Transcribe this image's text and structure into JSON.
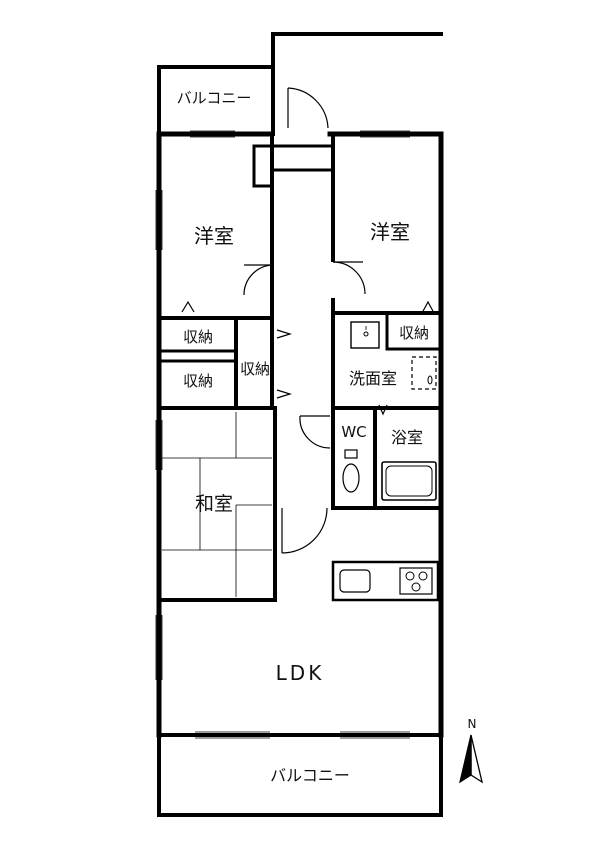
{
  "rooms": {
    "balcony_top": "バルコニー",
    "western_room_left": "洋室",
    "western_room_right": "洋室",
    "storage_1": "収納",
    "storage_2": "収納",
    "storage_3": "収納",
    "storage_4": "収納",
    "washroom": "洗面室",
    "wc": "WC",
    "bathroom": "浴室",
    "japanese_room": "和室",
    "ldk": "LDK",
    "balcony_bottom": "バルコニー"
  },
  "compass": {
    "north_label": "N"
  }
}
